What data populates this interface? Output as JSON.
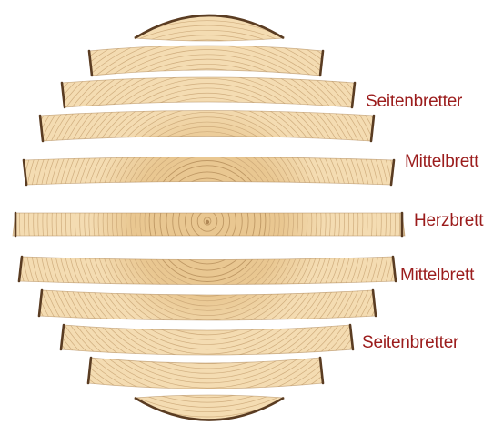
{
  "labels": {
    "seitenbretter_top": "Seitenbretter",
    "mittelbrett_top": "Mittelbrett",
    "herzbrett": "Herzbrett",
    "mittelbrett_bottom": "Mittelbrett",
    "seitenbretter_bottom": "Seitenbretter"
  },
  "colors": {
    "label": "#9b1c1c",
    "wood_light": "#f4dcb2",
    "wood_core": "#e9c791",
    "ring": "#c9a474",
    "ring_dark": "#b08856",
    "bark": "#5a3c22"
  },
  "boards": [
    {
      "name": "board-cap-top"
    },
    {
      "name": "board-seiten-1"
    },
    {
      "name": "board-seiten-2"
    },
    {
      "name": "board-seiten-3"
    },
    {
      "name": "board-mittel-top"
    },
    {
      "name": "board-herz"
    },
    {
      "name": "board-mittel-bottom"
    },
    {
      "name": "board-seiten-4"
    },
    {
      "name": "board-seiten-5"
    },
    {
      "name": "board-seiten-6"
    },
    {
      "name": "board-cap-bottom"
    }
  ]
}
